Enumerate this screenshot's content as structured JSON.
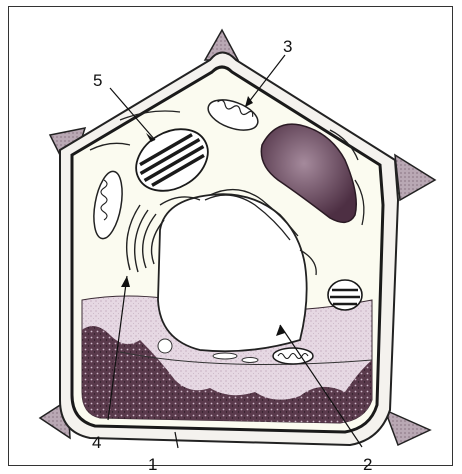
{
  "labels": [
    {
      "id": "label-1",
      "text": "1"
    },
    {
      "id": "label-2",
      "text": "2"
    },
    {
      "id": "label-3",
      "text": "3"
    },
    {
      "id": "label-4",
      "text": "4"
    },
    {
      "id": "label-5",
      "text": "5"
    }
  ],
  "colors": {
    "ink": "#1a1a1a",
    "cytoplasm_dark": "#4a2b3b",
    "cytoplasm_light": "#cdb8c8",
    "nucleus": "#6a4a60",
    "vacuole": "#ffffff",
    "wall_fill": "#f3f1ef",
    "cell_interior": "#fbfbf0"
  }
}
